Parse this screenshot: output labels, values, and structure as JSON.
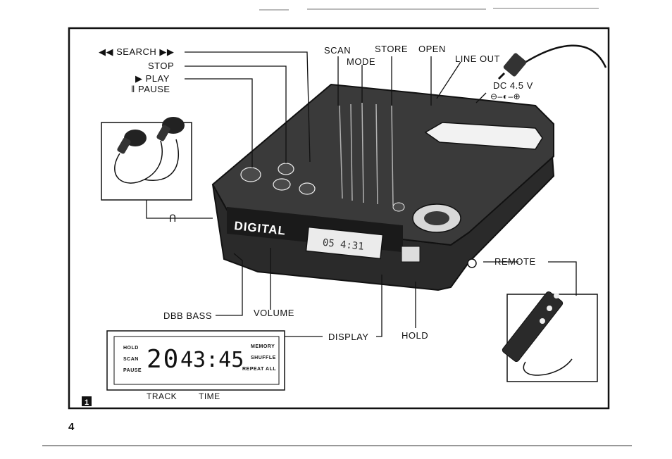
{
  "page_number": "4",
  "figure_number": "1",
  "callouts": {
    "search": "◀◀ SEARCH ▶▶",
    "stop": "STOP",
    "play": "▶ PLAY",
    "pause": "‖ PAUSE",
    "scan": "SCAN",
    "mode": "MODE",
    "store": "STORE",
    "open": "OPEN",
    "line_out": "LINE OUT",
    "dc_in": "DC 4.5 V",
    "dc_polarity": "⊖–◐–⊕",
    "remote": "REMOTE",
    "dbb_bass": "DBB BASS",
    "volume": "VOLUME",
    "display": "DISPLAY",
    "hold": "HOLD",
    "track": "TRACK",
    "time": "TIME"
  },
  "device": {
    "brand": "DIGITAL",
    "screen_readout": "05  4:31"
  },
  "lcd": {
    "track_digits": "20",
    "time_digits": "43:45",
    "left_indicators": [
      "HOLD",
      "SCAN",
      "PAUSE"
    ],
    "right_indicators": [
      "MEMORY",
      "SHUFFLE",
      "REPEAT ALL"
    ]
  },
  "colors": {
    "ink": "#111111",
    "device_body": "#2a2a2a",
    "device_top": "#3a3a3a",
    "paper": "#ffffff"
  }
}
